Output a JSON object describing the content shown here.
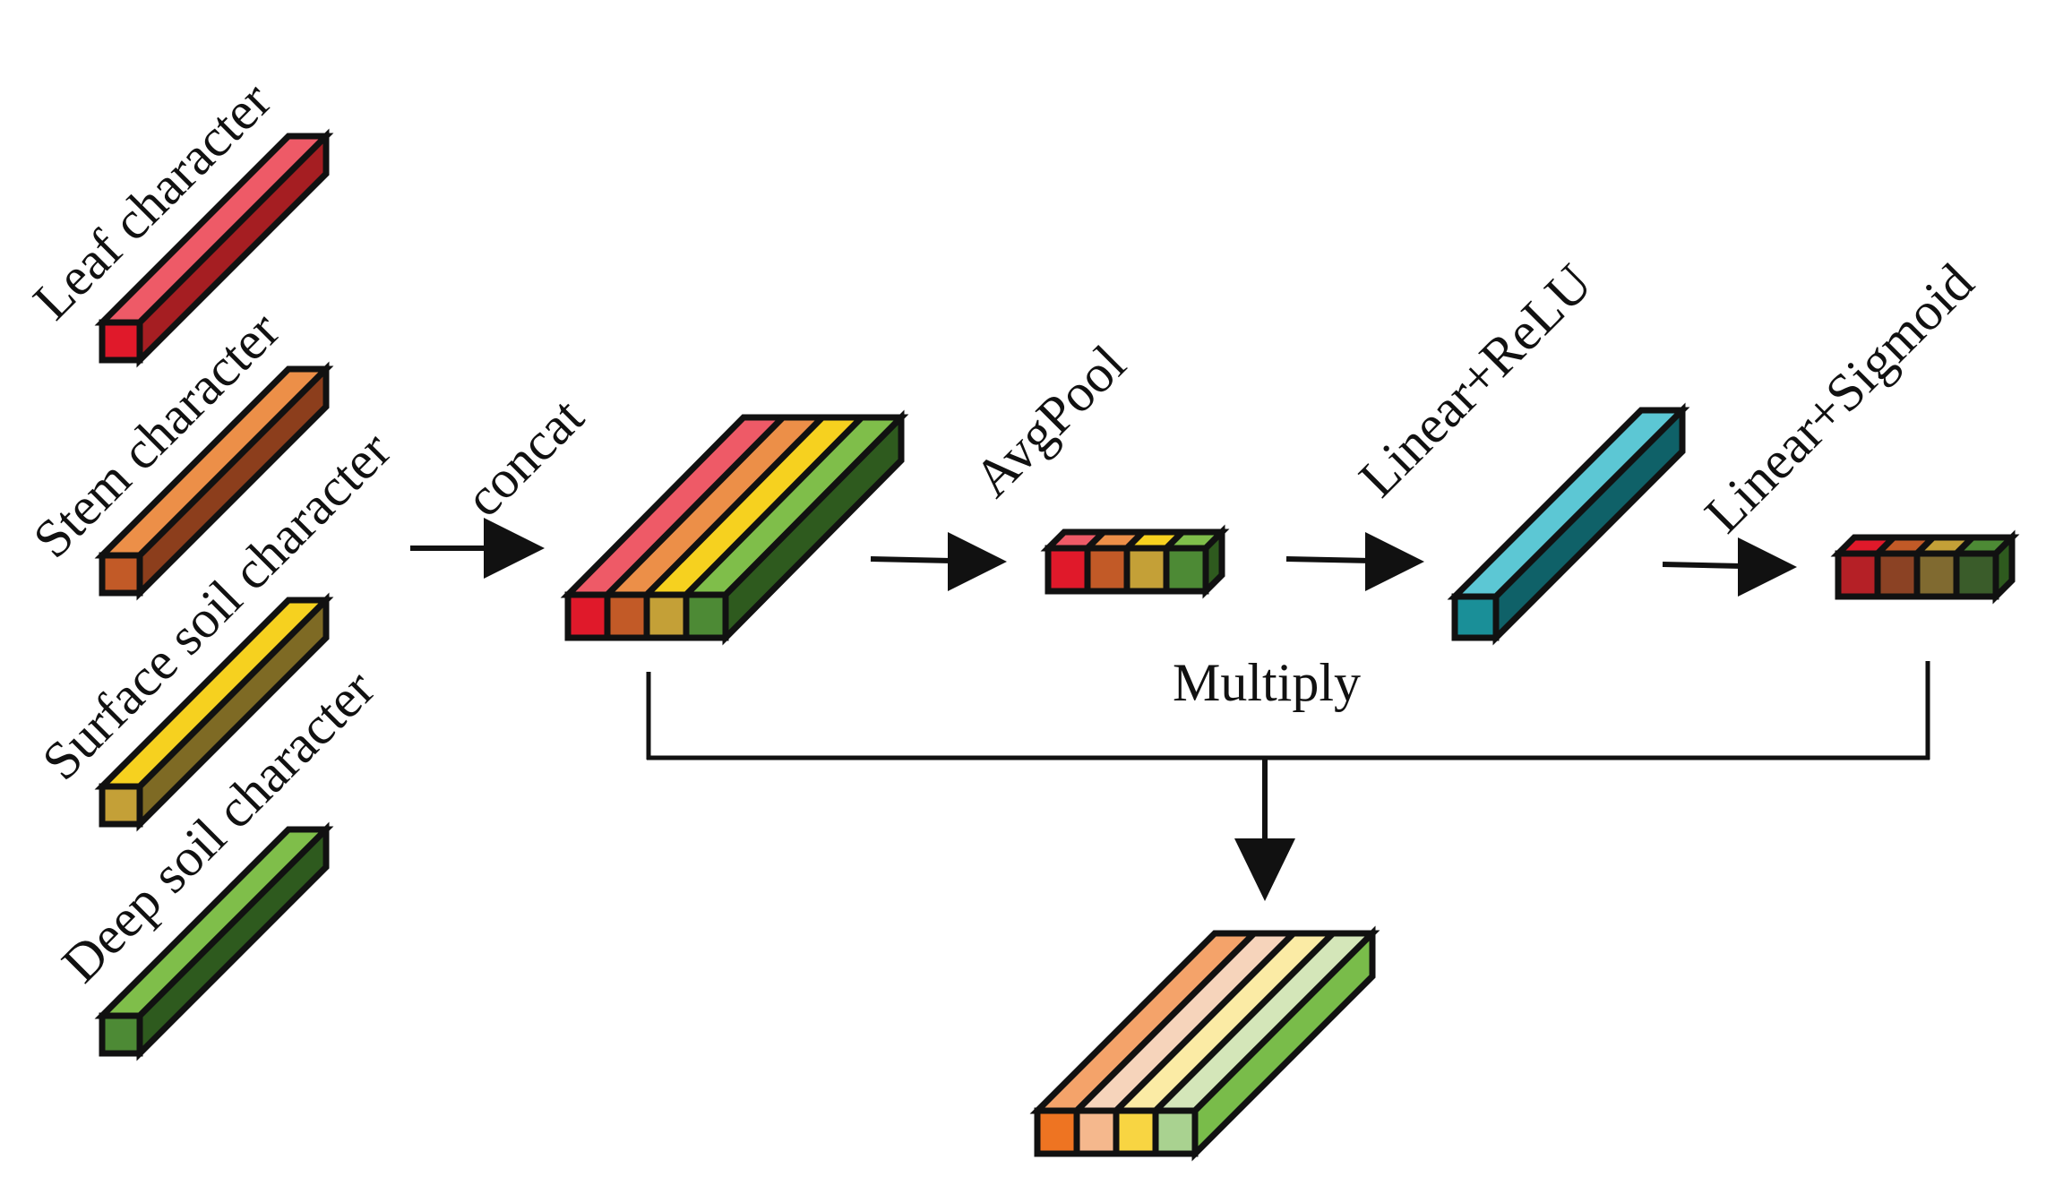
{
  "labels": {
    "leaf": "Leaf character",
    "stem": "Stem character",
    "surface_soil": "Surface soil character",
    "deep_soil": "Deep soil character",
    "concat": "concat",
    "avgpool": "AvgPool",
    "linear_relu": "Linear+ReLU",
    "linear_sigmoid": "Linear+Sigmoid",
    "multiply": "Multiply"
  },
  "colors": {
    "leaf": [
      "#EE5A67",
      "#E0192A",
      "#A51E22"
    ],
    "stem": [
      "#EC8F48",
      "#C25A27",
      "#8C3E1C"
    ],
    "surface_soil": [
      "#F6D11F",
      "#C4A037",
      "#7E6A24"
    ],
    "deep_soil": [
      "#7FBE4A",
      "#4D8A35",
      "#2E5A1E"
    ],
    "relu": [
      "#5CC7D4",
      "#1A8F98",
      "#0F6168"
    ],
    "sigmoid_faces": [
      "#B52026",
      "#8B4224",
      "#806A30",
      "#3A5C2A"
    ],
    "output_top": [
      "#F4A36A",
      "#F6D4BB",
      "#FBEBA5",
      "#D4E6B9"
    ],
    "output_front": [
      "#EE7422",
      "#F5B88D",
      "#F8D542",
      "#A9D290"
    ],
    "output_side": "#79BC4A"
  },
  "icons": [
    "arrow-right-icon",
    "arrow-down-icon"
  ]
}
